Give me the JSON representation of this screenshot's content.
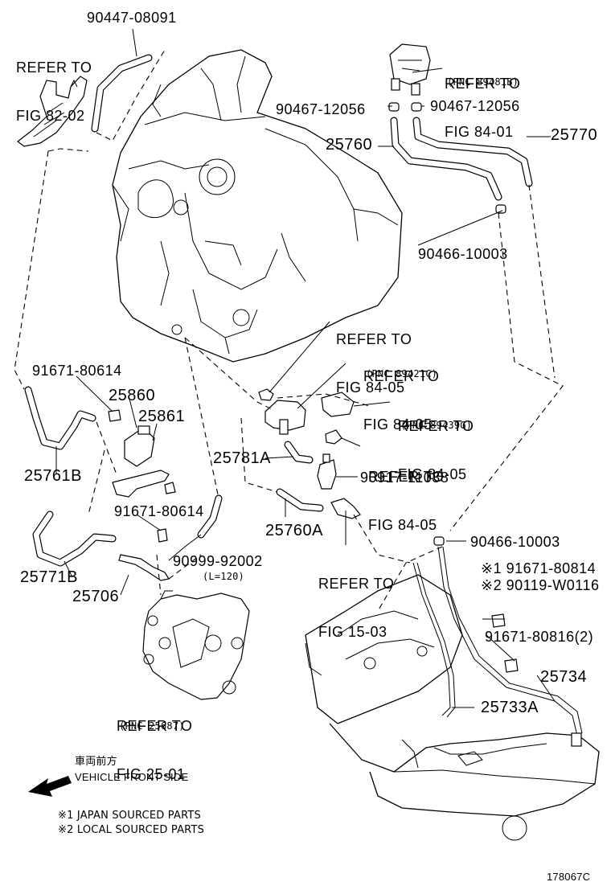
{
  "labels": {
    "ref_82_02": [
      "REFER TO",
      "FIG 82-02"
    ],
    "p_90447": "90447-08091",
    "ref_84_01": [
      "REFER TO",
      "FIG 84-01"
    ],
    "pnc_89481b": "(PNC 89481B)",
    "p_90467_left": "90467-12056",
    "p_90467_right": "90467-12056",
    "p_25760": "25760",
    "p_25770": "25770",
    "p_90466_top": "90466-10003",
    "ref_84_05_a": [
      "REFER TO",
      "FIG 84-05"
    ],
    "ref_84_05_b": [
      "REFER TO",
      "FIG 84-05"
    ],
    "pnc_89421c": "(PNC 89421C)",
    "ref_84_05_c": [
      "REFER TO",
      "FIG 84-05"
    ],
    "pnc_89439g": "(PNC 89439G)",
    "ref_84_05_d": [
      "REFER TO",
      "FIG 84-05"
    ],
    "p_91671_a": "91671-80614",
    "p_25860": "25860",
    "p_25861": "25861",
    "p_25761b": "25761B",
    "p_25781a": "25781A",
    "p_90917": "90917-11038",
    "p_91671_b": "91671-80614",
    "p_25760a": "25760A",
    "ref_15_03": [
      "REFER TO",
      "FIG 15-03"
    ],
    "p_90466_mid": "90466-10003",
    "p_25771b": "25771B",
    "p_90999": "90999-92002",
    "len_120": "(L=120)",
    "p_25706": "25706",
    "p_91671_80814": "※1 91671-80814",
    "p_90119": "※2 90119-W0116",
    "p_91671_80816": "91671-80816(2)",
    "p_25734": "25734",
    "ref_25_01": [
      "REFER TO",
      "FIG 25-01"
    ],
    "pnc_25687": "(PNC 25687)",
    "p_25733a": "25733A",
    "front_jp": "車両前方",
    "front_en": "VEHICLE FRONT SIDE",
    "note1": "※1 JAPAN SOURCED PARTS",
    "note2": "※2 LOCAL SOURCED PARTS",
    "fig_code": "178067C"
  }
}
